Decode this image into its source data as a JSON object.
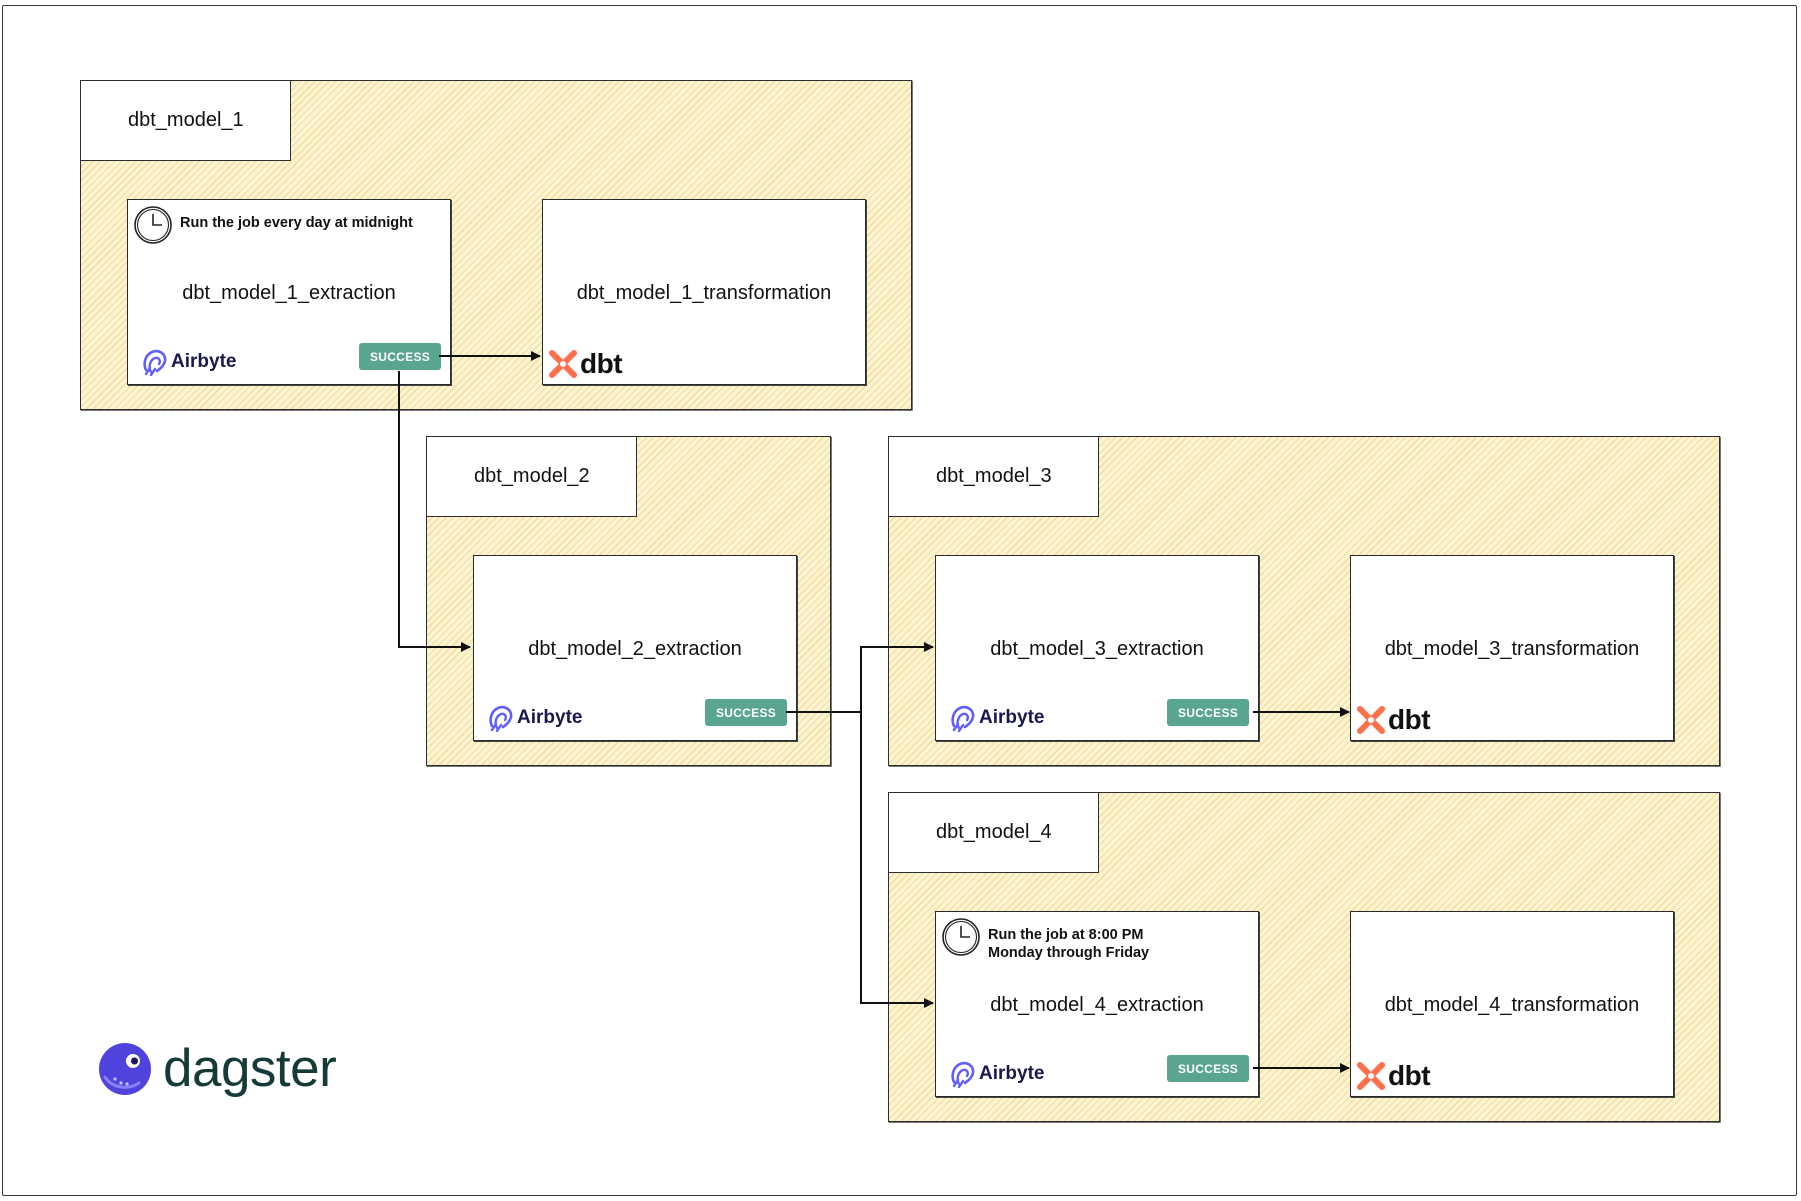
{
  "groups": [
    {
      "label": "dbt_model_1"
    },
    {
      "label": "dbt_model_2"
    },
    {
      "label": "dbt_model_3"
    },
    {
      "label": "dbt_model_4"
    }
  ],
  "nodes": {
    "m1_extraction": {
      "title": "dbt_model_1_extraction",
      "schedule": "Run the job every day at midnight",
      "status": "SUCCESS",
      "logo": "Airbyte"
    },
    "m1_transformation": {
      "title": "dbt_model_1_transformation",
      "logo": "dbt"
    },
    "m2_extraction": {
      "title": "dbt_model_2_extraction",
      "status": "SUCCESS",
      "logo": "Airbyte"
    },
    "m3_extraction": {
      "title": "dbt_model_3_extraction",
      "status": "SUCCESS",
      "logo": "Airbyte"
    },
    "m3_transformation": {
      "title": "dbt_model_3_transformation",
      "logo": "dbt"
    },
    "m4_extraction": {
      "title": "dbt_model_4_extraction",
      "schedule_line1": "Run the job at 8:00 PM",
      "schedule_line2": "Monday through Friday",
      "status": "SUCCESS",
      "logo": "Airbyte"
    },
    "m4_transformation": {
      "title": "dbt_model_4_transformation",
      "logo": "dbt"
    }
  },
  "branding": {
    "name": "dagster"
  },
  "colors": {
    "group_fill": "#fbf3d2",
    "hatch": "#e9cd6e",
    "success_badge": "#5aa590",
    "airbyte_purple": "#615eff",
    "dbt_orange": "#fe6f4c",
    "dagster_blue": "#4f43dd",
    "dagster_text": "#163a3a"
  },
  "icons": [
    "clock-icon",
    "airbyte-logo-icon",
    "dbt-logo-icon",
    "dagster-logo-icon"
  ]
}
